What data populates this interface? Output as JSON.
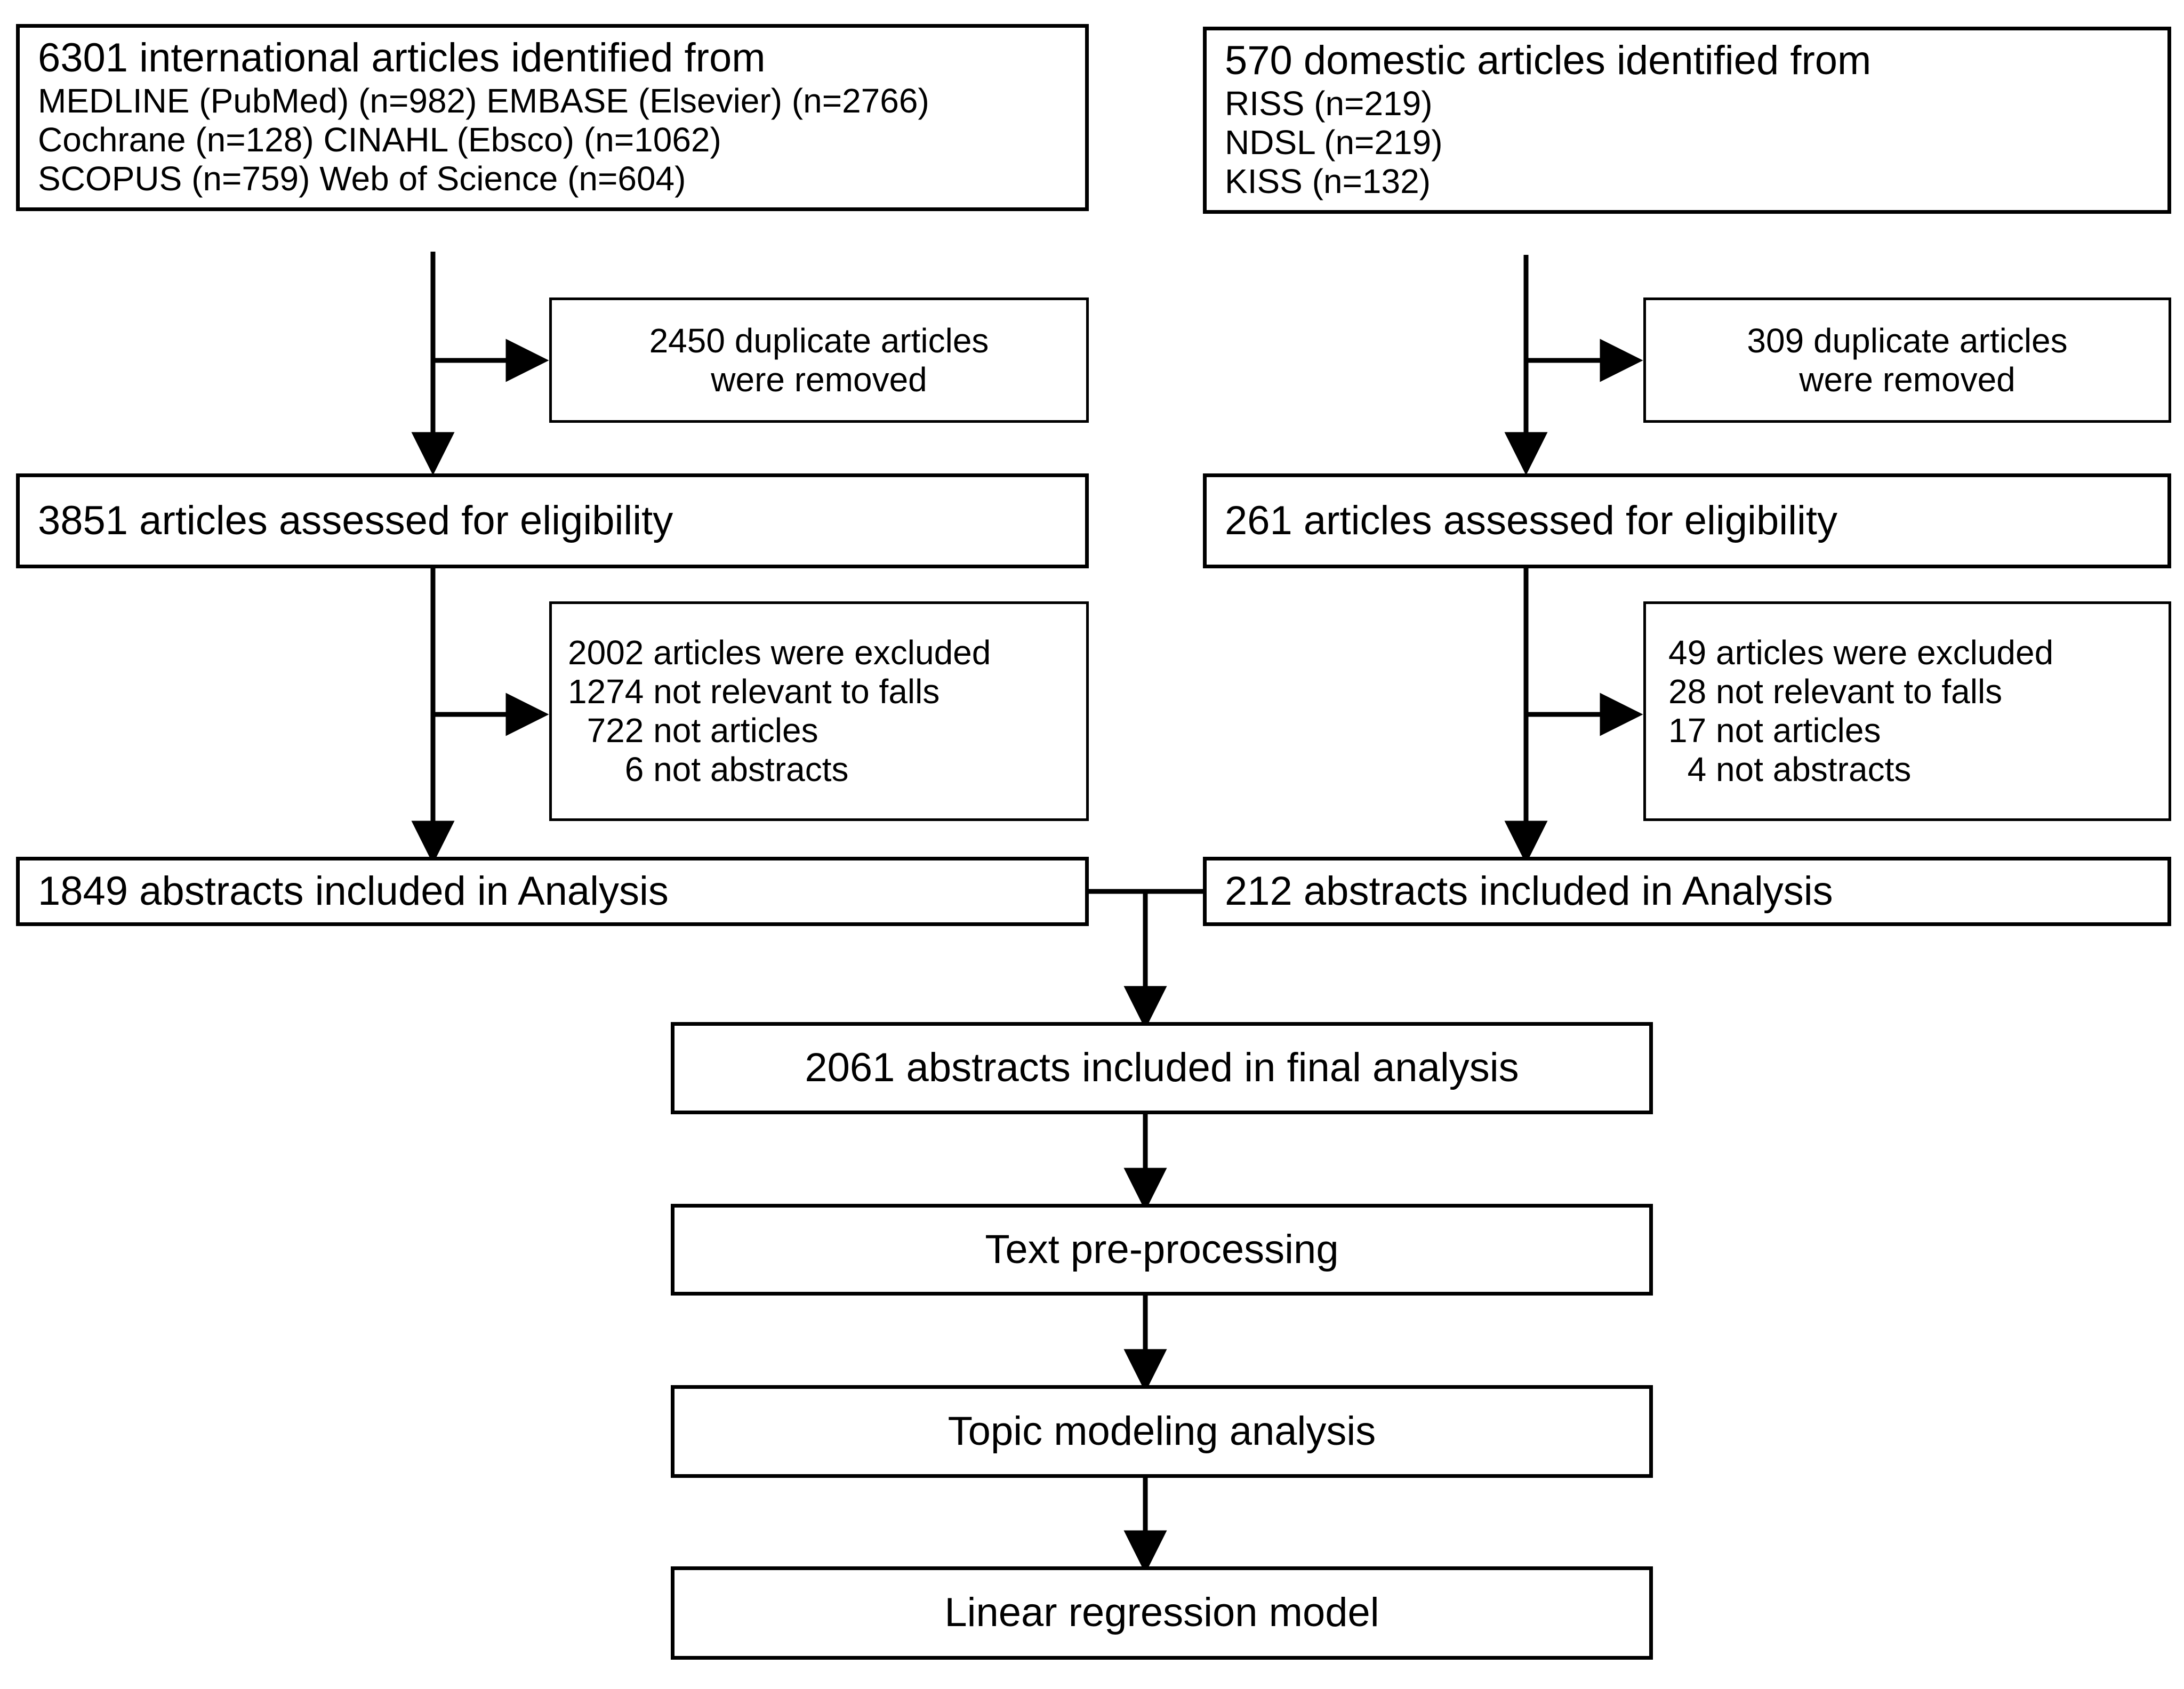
{
  "diagram": {
    "type": "prisma-flow-diagram",
    "title": "",
    "nodes": {
      "international_sources": {
        "heading": "6301 international articles identified from",
        "lines": [
          "MEDLINE (PubMed) (n=982) EMBASE (Elsevier) (n=2766)",
          "Cochrane (n=128) CINAHL (Ebsco) (n=1062)",
          "SCOPUS (n=759) Web of Science (n=604)"
        ]
      },
      "domestic_sources": {
        "heading": "570 domestic articles identified from",
        "lines": [
          "RISS (n=219)",
          "NDSL (n=219)",
          "KISS (n=132)"
        ]
      },
      "international_duplicates": {
        "lines": [
          "2450 duplicate articles",
          "were removed"
        ]
      },
      "domestic_duplicates": {
        "lines": [
          "309 duplicate articles",
          "were removed"
        ]
      },
      "international_eligibility": {
        "label": "3851 articles assessed for eligibility"
      },
      "domestic_eligibility": {
        "label": "261 articles assessed for eligibility"
      },
      "international_excluded": {
        "lines": [
          "2002 articles were excluded",
          "1274 not relevant to falls",
          "  722 not articles",
          "      6 not abstracts"
        ]
      },
      "domestic_excluded": {
        "lines": [
          "49 articles were excluded",
          "28 not relevant to falls",
          "17 not articles",
          "  4 not abstracts"
        ]
      },
      "international_included": {
        "label": "1849 abstracts included in Analysis"
      },
      "domestic_included": {
        "label": "212 abstracts included in Analysis"
      },
      "final_analysis": {
        "label": "2061 abstracts included in final analysis"
      },
      "text_preprocessing": {
        "label": "Text pre-processing"
      },
      "topic_modeling": {
        "label": "Topic modeling analysis"
      },
      "linear_regression": {
        "label": "Linear regression model"
      }
    },
    "colors": {
      "stroke": "#000000",
      "fill": "#ffffff",
      "text": "#000000"
    },
    "counts": {
      "international_identified": 6301,
      "domestic_identified": 570,
      "medline": 982,
      "embase": 2766,
      "cochrane": 128,
      "cinahl": 1062,
      "scopus": 759,
      "web_of_science": 604,
      "riss": 219,
      "ndsl": 219,
      "kiss": 132,
      "international_duplicates_removed": 2450,
      "domestic_duplicates_removed": 309,
      "international_assessed": 3851,
      "domestic_assessed": 261,
      "international_excluded_total": 2002,
      "international_not_relevant": 1274,
      "international_not_articles": 722,
      "international_not_abstracts": 6,
      "domestic_excluded_total": 49,
      "domestic_not_relevant": 28,
      "domestic_not_articles": 17,
      "domestic_not_abstracts": 4,
      "international_included": 1849,
      "domestic_included": 212,
      "final_included": 2061
    }
  }
}
